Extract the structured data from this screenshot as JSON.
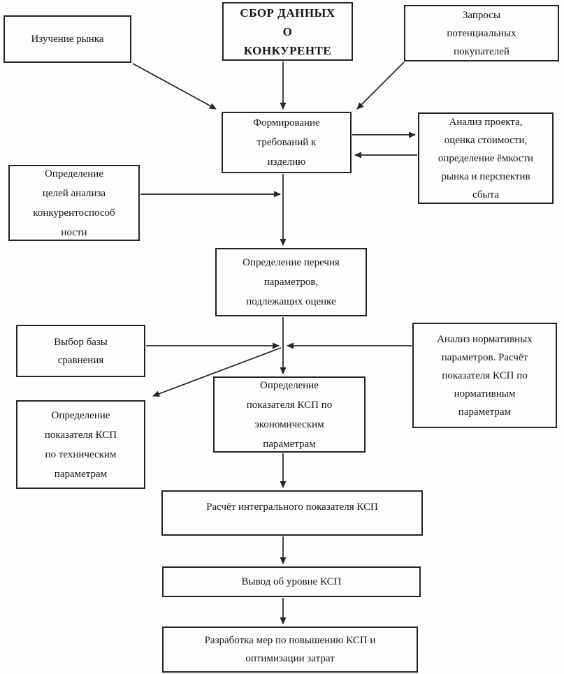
{
  "diagram": {
    "title": "СБОР ДАННЫХ О КОНКУРЕНТЕ",
    "colors": {
      "border": "#242424",
      "text": "#161616",
      "background": "#fdfdfb"
    },
    "boxes": {
      "data_collection": {
        "lines": [
          "СБОР ДАННЫХ",
          "О",
          "КОНКУРЕНТЕ"
        ]
      },
      "study_market": {
        "lines": [
          "Изучение рынка"
        ]
      },
      "inquiries": {
        "lines": [
          "Запросы",
          "потенциальных",
          "покупателей"
        ]
      },
      "forming": {
        "lines": [
          "Формирование",
          "требований к",
          "изделию"
        ]
      },
      "project_analysis": {
        "lines": [
          "Анализ проекта,",
          "оценка стоимости,",
          "определение ёмкости",
          "рынка и перспектив",
          "сбыта"
        ]
      },
      "goals": {
        "lines": [
          "Определение",
          "целей анализа",
          "конкурентоспособ",
          "ности"
        ]
      },
      "list_params": {
        "lines": [
          "Определение перечня",
          "параметров,",
          "подлежащих оценке"
        ]
      },
      "base_choice": {
        "lines": [
          "Выбор базы",
          "сравнения"
        ]
      },
      "normative": {
        "lines": [
          "Анализ нормативных",
          "параметров. Расчёт",
          "показателя КСП по",
          "нормативным",
          "параметрам"
        ]
      },
      "technical": {
        "lines": [
          "Определение",
          "показателя КСП",
          "по техническим",
          "параметрам"
        ]
      },
      "economic": {
        "lines": [
          "Определение",
          "показателя КСП по",
          "экономическим",
          "параметрам"
        ]
      },
      "integral": {
        "lines": [
          "Расчёт интегрального показателя КСП"
        ]
      },
      "conclusion": {
        "lines": [
          "Вывод об уровне КСП"
        ]
      },
      "measures": {
        "lines": [
          "Разработка мер по повышению КСП и",
          "оптимизации затрат"
        ]
      }
    }
  }
}
